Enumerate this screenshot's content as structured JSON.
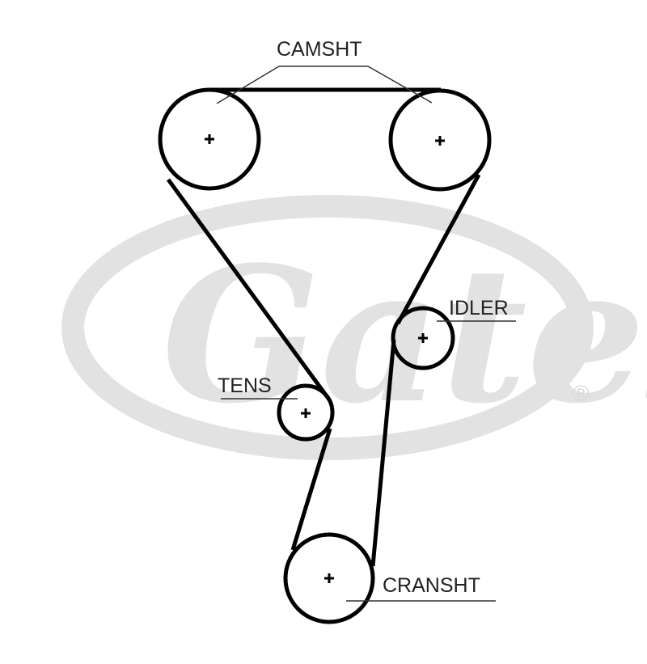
{
  "watermark": {
    "brand": "Gates",
    "registered": "®",
    "color": "#e2e2e2"
  },
  "labels": {
    "camshaft": "CAMSHT",
    "idler": "IDLER",
    "tensioner": "TENS",
    "crankshaft": "CRANSHT"
  },
  "colors": {
    "belt": "#000000",
    "text": "#222222"
  }
}
